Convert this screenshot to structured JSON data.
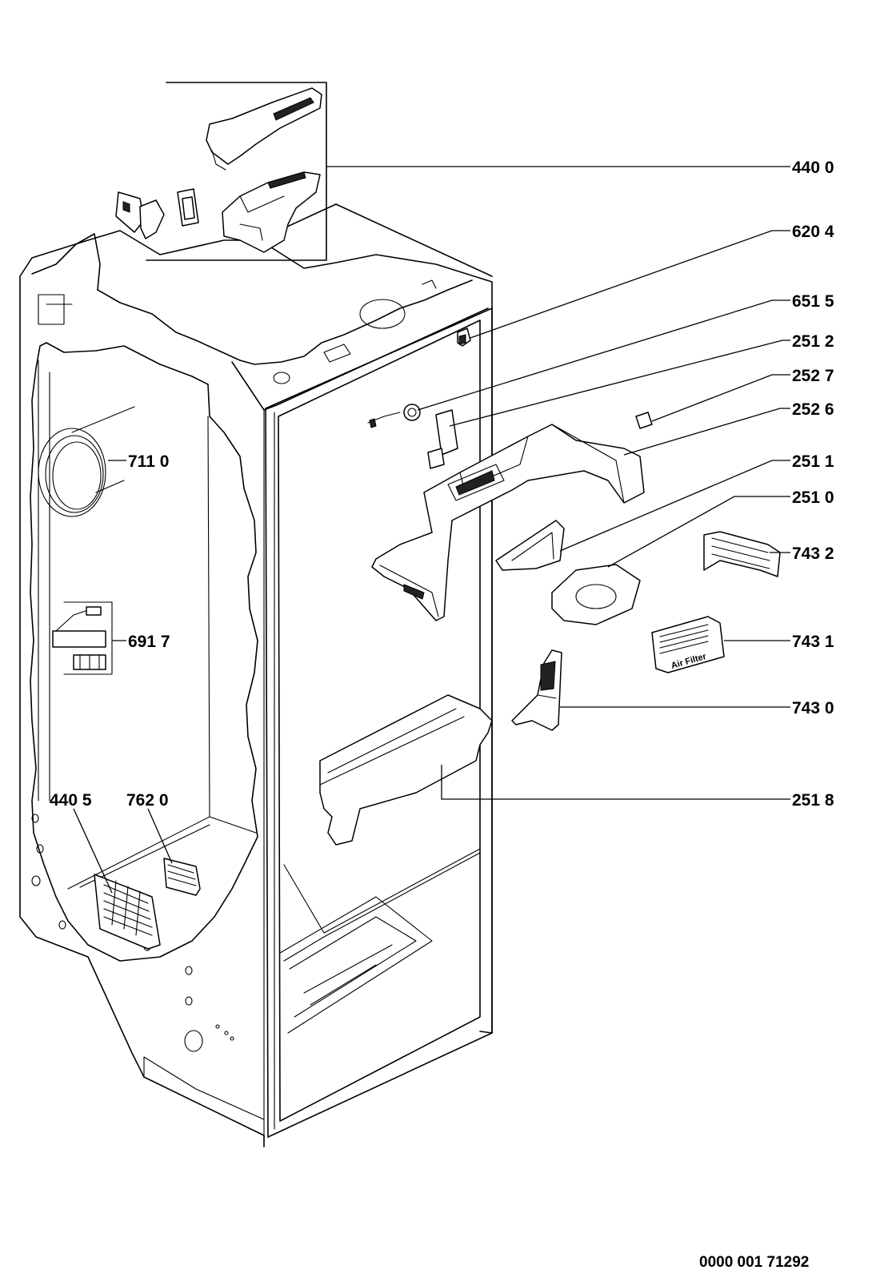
{
  "callouts": {
    "c4400": "440 0",
    "c6204": "620 4",
    "c6515": "651 5",
    "c2512": "251 2",
    "c2527": "252 7",
    "c2526": "252 6",
    "c7110": "711 0",
    "c2511": "251 1",
    "c2510": "251 0",
    "c7432": "743 2",
    "c6917": "691 7",
    "c7431": "743 1",
    "c7430": "743 0",
    "c4405": "440 5",
    "c7620": "762 0",
    "c2518": "251 8"
  },
  "embossed_text": "Air Filter",
  "drawing_number": "0000 001 71292"
}
